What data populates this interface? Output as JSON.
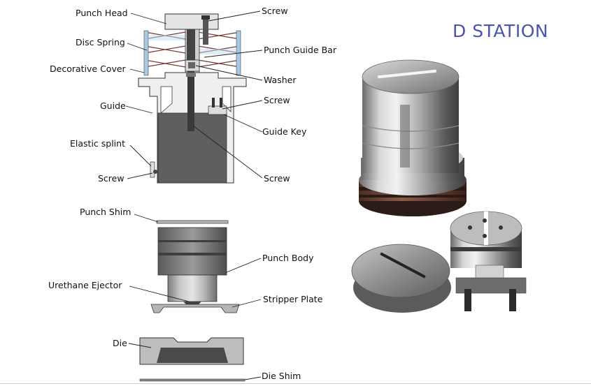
{
  "title": "D STATION",
  "labels": {
    "punch_head": "Punch Head",
    "disc_spring": "Disc Spring",
    "decorative_cover": "Decorative Cover",
    "guide": "Guide",
    "elastic_splint": "Elastic splint",
    "screw_left": "Screw",
    "screw_top": "Screw",
    "punch_guide_bar": "Punch Guide Bar",
    "washer": "Washer",
    "screw_mid": "Screw",
    "guide_key": "Guide Key",
    "screw_bottom": "Screw",
    "punch_shim": "Punch Shim",
    "punch_body": "Punch Body",
    "urethane_ejector": "Urethane Ejector",
    "stripper_plate": "Stripper Plate",
    "die": "Die",
    "die_shim": "Die Shim"
  }
}
